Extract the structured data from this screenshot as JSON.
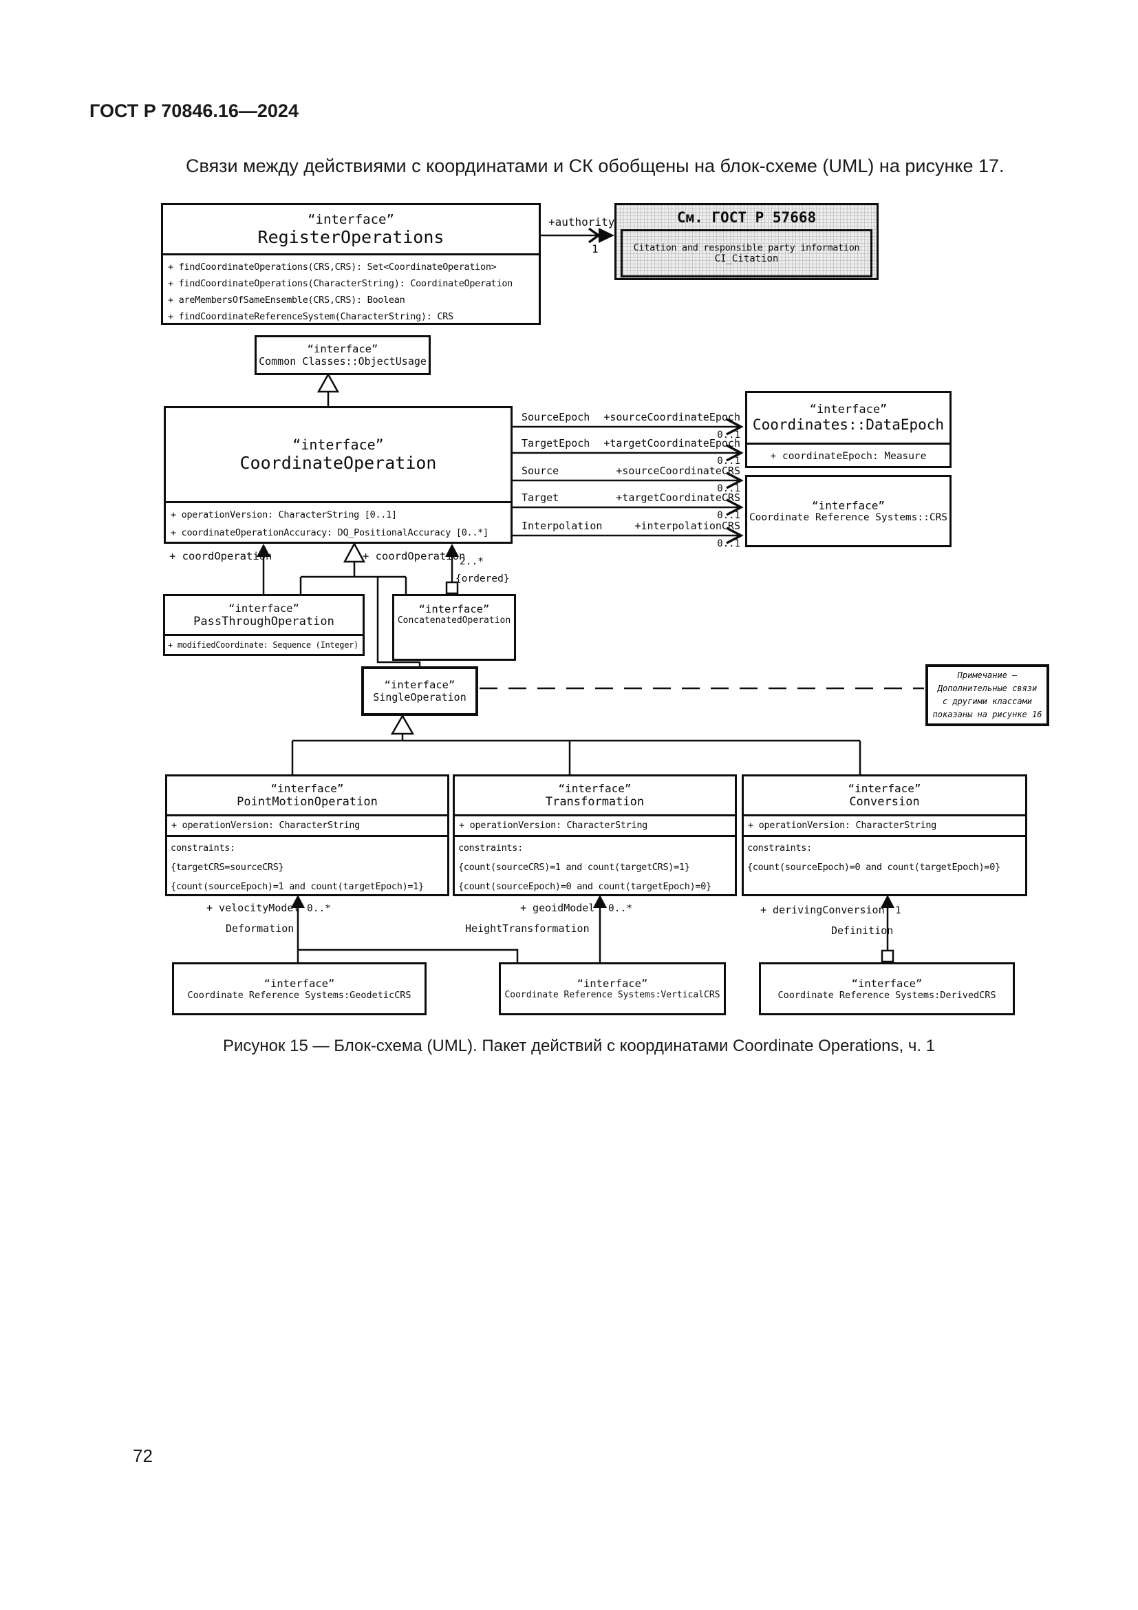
{
  "page": {
    "header": "ГОСТ Р 70846.16—2024",
    "intro": "Связи между действиями с координатами и СК обобщены на блок-схеме (UML) на рисунке 17.",
    "caption": "Рисунок 15 — Блок-схема (UML). Пакет действий с координатами Coordinate Operations, ч. 1",
    "page_number": "72"
  },
  "uml": {
    "stereotype": "“interface”"
  },
  "boxes": {
    "register_operations": {
      "name": "RegisterOperations",
      "methods": [
        "+ findCoordinateOperations(CRS,CRS): Set<CoordinateOperation>",
        "+ findCoordinateOperations(CharacterString): CoordinateOperation",
        "+ areMembersOfSameEnsemble(CRS,CRS): Boolean",
        "+ findCoordinateReferenceSystem(CharacterString): CRS"
      ]
    },
    "gost_ref": {
      "title": "См. ГОСТ Р 57668",
      "line1": "Citation and responsible party information",
      "line2": "CI_Citation"
    },
    "object_usage": {
      "name": "Common Classes::ObjectUsage"
    },
    "coordinate_operation": {
      "name": "CoordinateOperation",
      "attributes": [
        "+ operationVersion: CharacterString [0..1]",
        "+ coordinateOperationAccuracy: DQ_PositionalAccuracy [0..*]"
      ]
    },
    "data_epoch": {
      "name": "Coordinates::DataEpoch",
      "attribute": "+ coordinateEpoch: Measure"
    },
    "crs": {
      "name": "Coordinate Reference Systems::CRS"
    },
    "pass_through": {
      "name": "PassThroughOperation",
      "attribute": "+ modifiedCoordinate: Sequence (Integer)"
    },
    "concatenated": {
      "name": "ConcatenatedOperation"
    },
    "single_operation": {
      "name": "SingleOperation"
    },
    "note": {
      "line1": "Примечание —",
      "line2": "Дополнительные связи",
      "line3": "с другими классами",
      "line4": "показаны на рисунке 16"
    },
    "point_motion": {
      "name": "PointMotionOperation",
      "attribute": "+ operationVersion: CharacterString",
      "constraints": [
        "constraints:",
        "{targetCRS=sourceCRS}",
        "{count(sourceEpoch)=1 and count(targetEpoch)=1}"
      ]
    },
    "transformation": {
      "name": "Transformation",
      "attribute": "+ operationVersion: CharacterString",
      "constraints": [
        "constraints:",
        "{count(sourceCRS)=1 and count(targetCRS)=1}",
        "{count(sourceEpoch)=0 and count(targetEpoch)=0}"
      ]
    },
    "conversion": {
      "name": "Conversion",
      "attribute": "+ operationVersion: CharacterString",
      "constraints": [
        "constraints:",
        "{count(sourceEpoch)=0 and count(targetEpoch)=0}"
      ]
    },
    "geodetic_crs": {
      "name": "Coordinate Reference Systems:GeodeticCRS"
    },
    "vertical_crs": {
      "name": "Coordinate Reference Systems:VerticalCRS"
    },
    "derived_crs": {
      "name": "Coordinate Reference Systems:DerivedCRS"
    }
  },
  "edges": {
    "authority": {
      "label": "+authority",
      "mult": "1"
    },
    "source_epoch": {
      "role": "SourceEpoch",
      "end": "+sourceCoordinateEpoch",
      "mult": "0..1"
    },
    "target_epoch": {
      "role": "TargetEpoch",
      "end": "+targetCoordinateEpoch",
      "mult": "0..1"
    },
    "source": {
      "role": "Source",
      "end": "+sourceCoordinateCRS",
      "mult": "0..1"
    },
    "target": {
      "role": "Target",
      "end": "+targetCoordinateCRS",
      "mult": "0..1"
    },
    "interpolation": {
      "role": "Interpolation",
      "end": "+interpolationCRS",
      "mult": "0..1"
    },
    "coord_operation_left": {
      "label": "+ coordOperation"
    },
    "coord_operation_right": {
      "label": "+ coordOperation",
      "mult": "2..*",
      "constraint": "{ordered}"
    },
    "velocity_model": {
      "label": "+ velocityModel",
      "mult": "0..*",
      "assoc": "Deformation"
    },
    "geoid_model": {
      "label": "+ geoidModel",
      "mult": "0..*",
      "assoc": "HeightTransformation"
    },
    "deriving_conversion": {
      "label": "+ derivingConversion",
      "mult": "1",
      "assoc": "Definition"
    }
  }
}
